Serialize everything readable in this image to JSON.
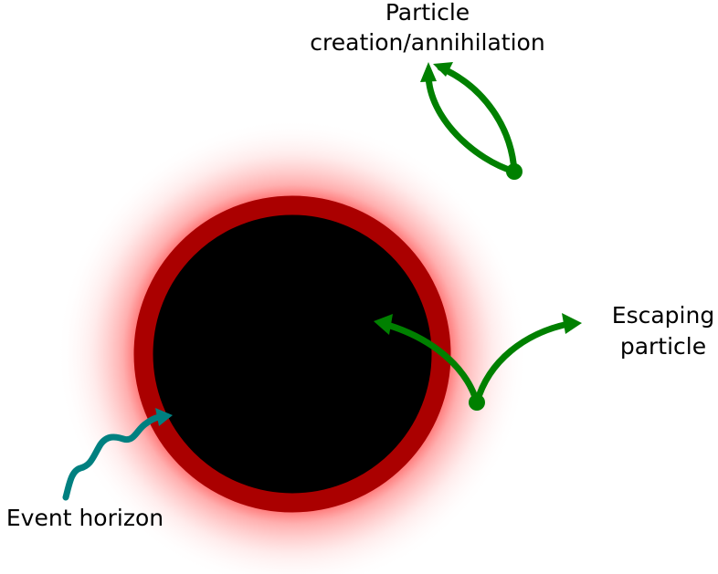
{
  "labels": {
    "particle_creation_line1": "Particle",
    "particle_creation_line2": "creation/annihilation",
    "escaping_line1": "Escaping",
    "escaping_line2": "particle",
    "event_horizon": "Event horizon"
  },
  "colors": {
    "black_hole_fill": "#000000",
    "horizon_ring": "#aa0000",
    "glow": "#ff3333",
    "particle_arrows": "#008000",
    "event_horizon_pointer": "#008080",
    "background": "#ffffff"
  }
}
